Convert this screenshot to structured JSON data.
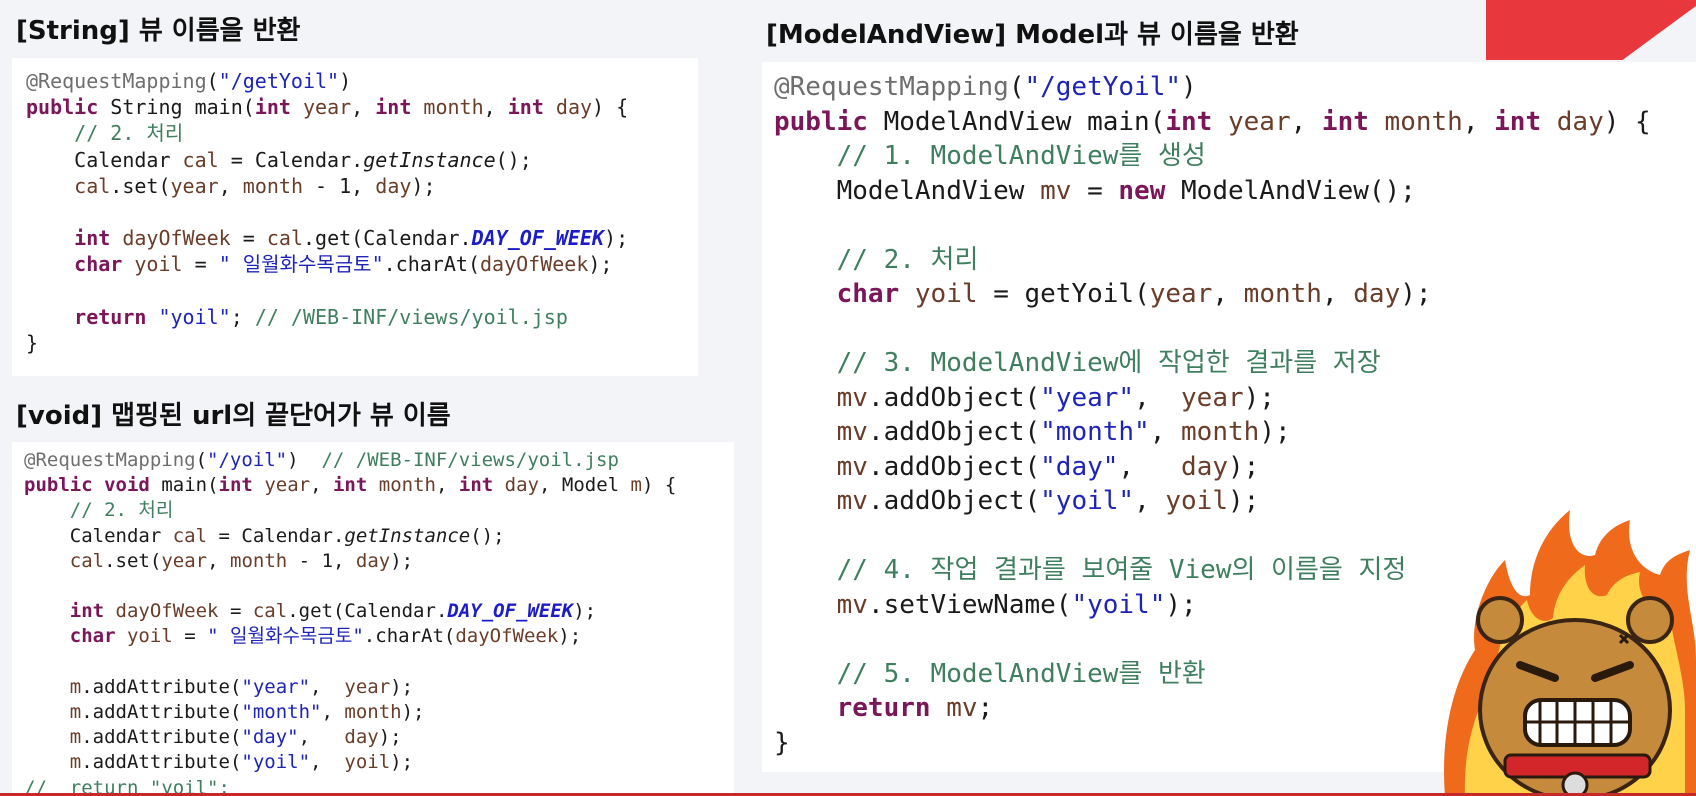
{
  "headings": {
    "string": "[String] 뷰 이름을 반환",
    "void": "[void] 맵핑된 url의 끝단어가 뷰 이름",
    "mav": "[ModelAndView] Model과 뷰 이름을 반환"
  },
  "code_string": [
    "@RequestMapping(\"/getYoil\")",
    "public String main(int year, int month, int day) {",
    "    // 2. 처리",
    "    Calendar cal = Calendar.getInstance();",
    "    cal.set(year, month - 1, day);",
    "",
    "    int dayOfWeek = cal.get(Calendar.DAY_OF_WEEK);",
    "    char yoil = \" 일월화수목금토\".charAt(dayOfWeek);",
    "",
    "    return \"yoil\"; // /WEB-INF/views/yoil.jsp",
    "}"
  ],
  "code_void": [
    "@RequestMapping(\"/yoil\")  // /WEB-INF/views/yoil.jsp",
    "public void main(int year, int month, int day, Model m) {",
    "    // 2. 처리",
    "    Calendar cal = Calendar.getInstance();",
    "    cal.set(year, month - 1, day);",
    "",
    "    int dayOfWeek = cal.get(Calendar.DAY_OF_WEEK);",
    "    char yoil = \" 일월화수목금토\".charAt(dayOfWeek);",
    "",
    "    m.addAttribute(\"year\",  year);",
    "    m.addAttribute(\"month\", month);",
    "    m.addAttribute(\"day\",   day);",
    "    m.addAttribute(\"yoil\",  yoil);",
    "//  return \"yoil\";"
  ],
  "code_mav": [
    "@RequestMapping(\"/getYoil\")",
    "public ModelAndView main(int year, int month, int day) {",
    "    // 1. ModelAndView를 생성",
    "    ModelAndView mv = new ModelAndView();",
    "",
    "    // 2. 처리",
    "    char yoil = getYoil(year, month, day);",
    "",
    "    // 3. ModelAndView에 작업한 결과를 저장",
    "    mv.addObject(\"year\",  year);",
    "    mv.addObject(\"month\", month);",
    "    mv.addObject(\"day\",   day);",
    "    mv.addObject(\"yoil\", yoil);",
    "",
    "    // 4. 작업 결과를 보여줄 View의 이름을 지정",
    "    mv.setViewName(\"yoil\");",
    "",
    "    // 5. ModelAndView를 반환",
    "    return mv;",
    "}"
  ],
  "colors": {
    "accent_red": "#e8383d",
    "keyword": "#7b1658",
    "string": "#1f24b8",
    "comment": "#3f7f5f"
  },
  "icons": [
    "angry-bear-mascot-icon"
  ]
}
